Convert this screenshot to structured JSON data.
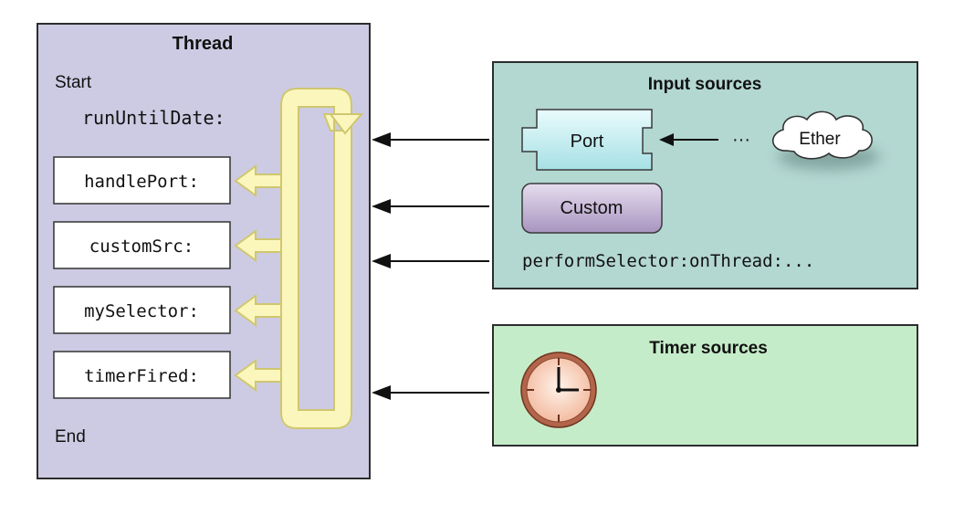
{
  "thread": {
    "title": "Thread",
    "start": "Start",
    "run_method": "runUntilDate:",
    "end": "End",
    "handlers": [
      {
        "label": "handlePort:"
      },
      {
        "label": "customSrc:"
      },
      {
        "label": "mySelector:"
      },
      {
        "label": "timerFired:"
      }
    ]
  },
  "input_sources": {
    "title": "Input sources",
    "port": "Port",
    "custom": "Custom",
    "ether": "Ether",
    "ellipsis": "···",
    "perform_selector": "performSelector:onThread:..."
  },
  "timer_sources": {
    "title": "Timer sources"
  },
  "colors": {
    "thread_fill": "#cdcbe3",
    "input_fill": "#b3d7d1",
    "timer_fill": "#c5ecc8",
    "loop_fill": "#fbf6bc",
    "loop_stroke": "#cfc76f",
    "port_fill": "#c9f1f3",
    "custom_fill": "#c3b4d3",
    "clock_face": "#f9d2bd",
    "clock_rim": "#b2654a"
  }
}
